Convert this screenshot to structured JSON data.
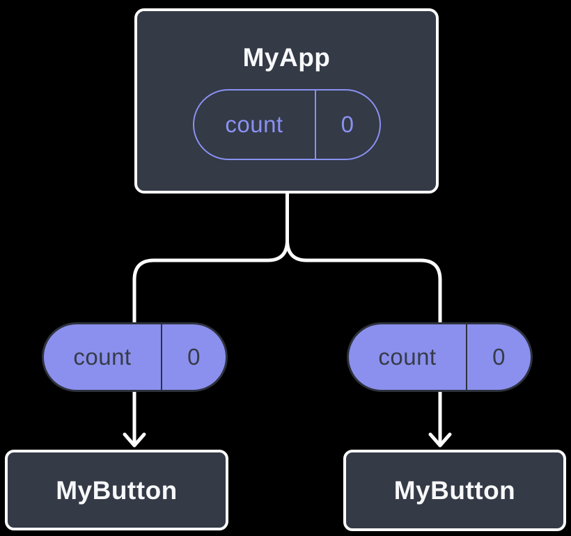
{
  "diagram": {
    "background": "#000000",
    "colors": {
      "node_fill": "#343a46",
      "node_border": "#ffffff",
      "connector": "#ffffff",
      "pill_fill": "#8b90ee",
      "pill_outline": "#8a91f3",
      "pill_dark_text": "#363b48",
      "title_text": "#f7f8f9"
    },
    "root": {
      "title": "MyApp",
      "state": {
        "label": "count",
        "value": "0"
      }
    },
    "children": [
      {
        "title": "MyButton",
        "prop": {
          "label": "count",
          "value": "0"
        }
      },
      {
        "title": "MyButton",
        "prop": {
          "label": "count",
          "value": "0"
        }
      }
    ]
  }
}
